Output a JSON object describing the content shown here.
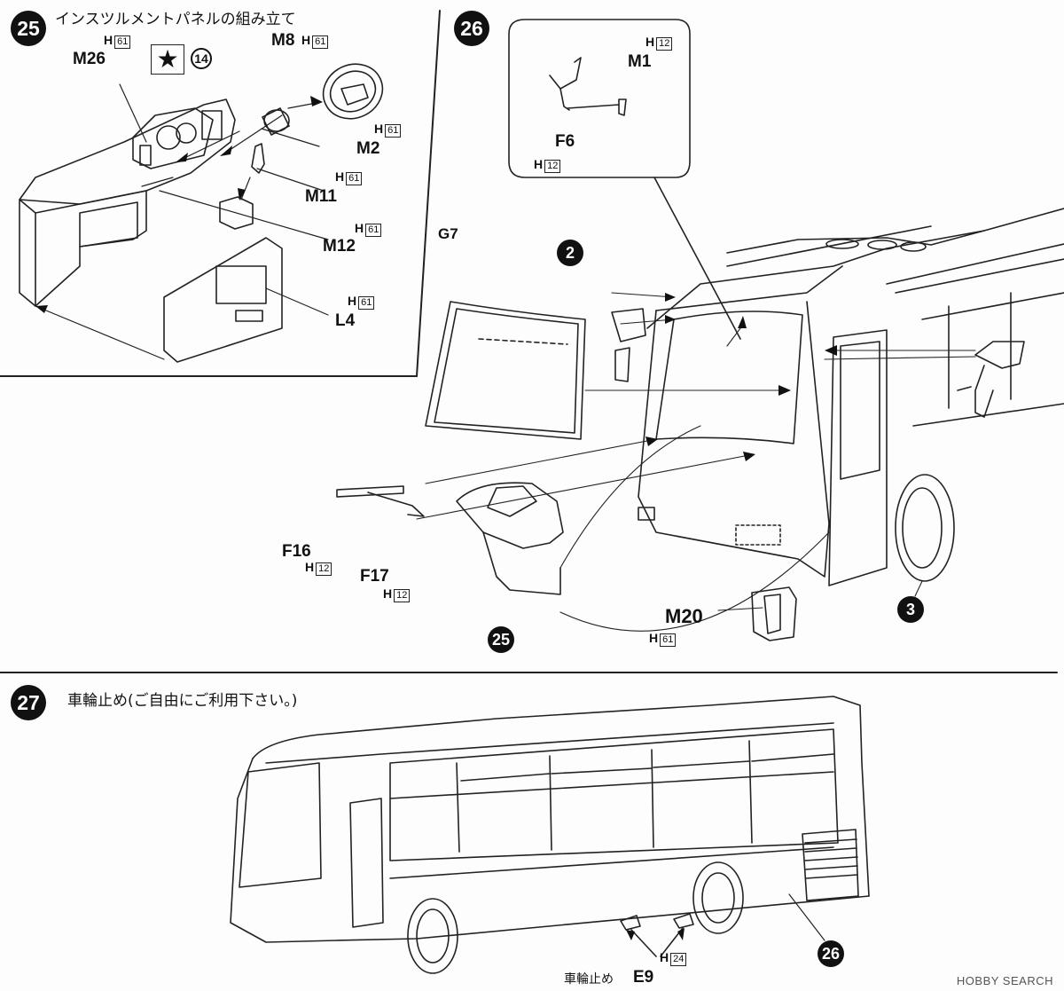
{
  "steps": {
    "s25": {
      "number": "25",
      "title": "インスツルメントパネルの組み立て"
    },
    "s26": {
      "number": "26"
    },
    "s27": {
      "number": "27",
      "title": "車輪止め(ご自由にご利用下さい。)"
    }
  },
  "parts": {
    "m26": "M26",
    "m8": "M8",
    "m2": "M2",
    "m11": "M11",
    "m12": "M12",
    "l4": "L4",
    "m1": "M1",
    "f6": "F6",
    "g7": "G7",
    "f16": "F16",
    "f17": "F17",
    "m20": "M20",
    "e9": "E9"
  },
  "runners": {
    "h": "H",
    "h61": "61",
    "h12": "12",
    "h24": "24"
  },
  "sub_refs": {
    "ref2": "2",
    "ref3": "3",
    "ref25": "25",
    "ref26": "26",
    "ref14": "14",
    "star": "★"
  },
  "captions": {
    "wheel_chock": "車輪止め"
  },
  "watermark": "HOBBY SEARCH"
}
